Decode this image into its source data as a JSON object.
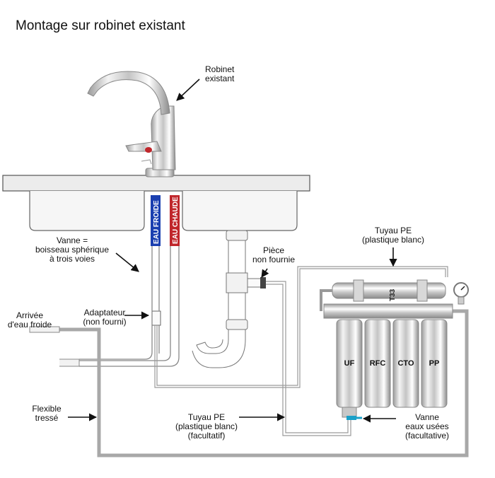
{
  "title": "Montage sur robinet existant",
  "labels": {
    "robinet_1": "Robinet",
    "robinet_2": "existant",
    "eau_froide": "EAU FROIDE",
    "eau_chaude": "EAU CHAUDE",
    "vanne_1": "Vanne =",
    "vanne_2": "boisseau sphérique",
    "vanne_3": "à trois voies",
    "piece_1": "Pièce",
    "piece_2": "non fournie",
    "tuyau_top_1": "Tuyau PE",
    "tuyau_top_2": "(plastique blanc)",
    "adaptateur_1": "Adaptateur",
    "adaptateur_2": "(non fourni)",
    "arrivee_1": "Arrivée",
    "arrivee_2": "d'eau froide",
    "flexible_1": "Flexible",
    "flexible_2": "tressé",
    "tuyau_bottom_1": "Tuyau PE",
    "tuyau_bottom_2": "(plastique blanc)",
    "tuyau_bottom_3": "(facultatif)",
    "vanne_eaux_1": "Vanne",
    "vanne_eaux_2": "eaux usées",
    "vanne_eaux_3": "(facultative)",
    "t33": "T33",
    "cart_uf": "UF",
    "cart_rfc": "RFC",
    "cart_cto": "CTO",
    "cart_pp": "PP"
  },
  "colors": {
    "cold_water": "#1a3fb0",
    "hot_water": "#c0262b",
    "waste_valve": "#1aa0c8"
  }
}
